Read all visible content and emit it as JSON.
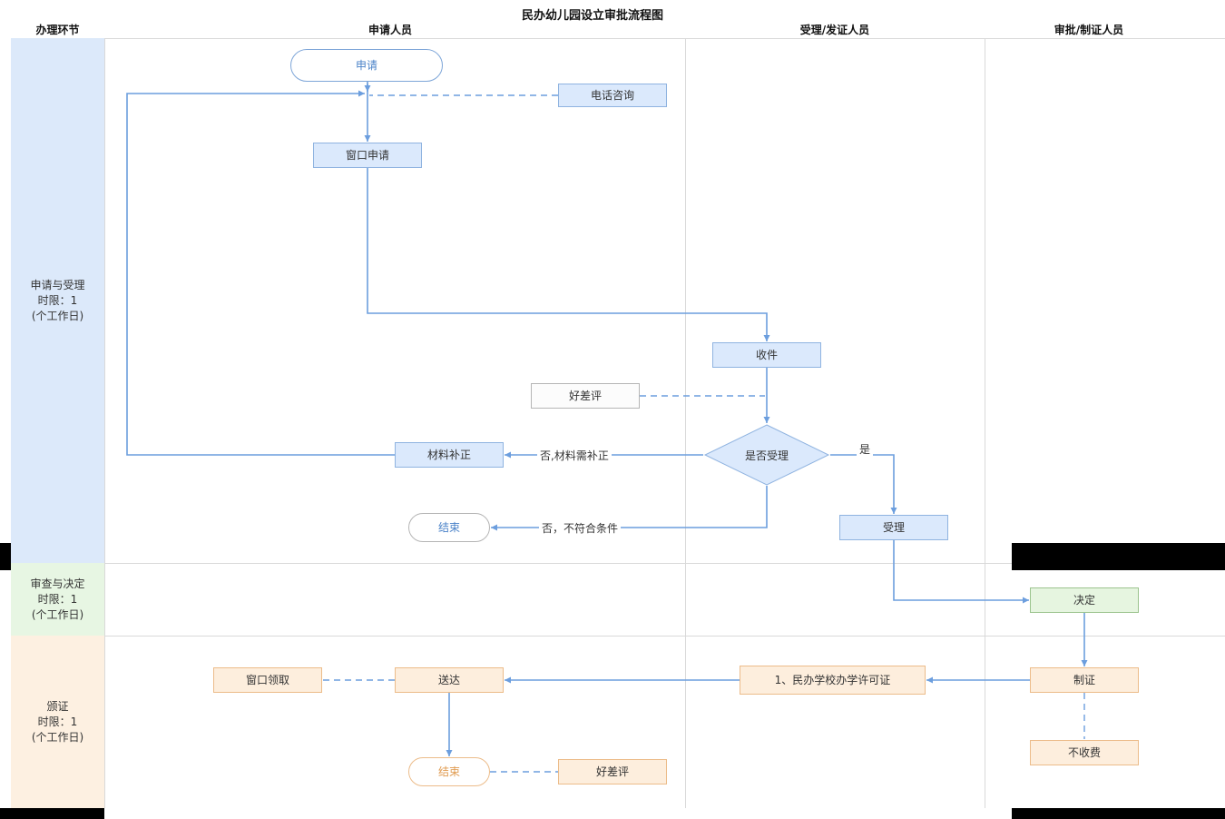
{
  "title": "民办幼儿园设立审批流程图",
  "columns": {
    "process": "办理环节",
    "applicant": "申请人员",
    "acceptor": "受理/发证人员",
    "approver": "审批/制证人员"
  },
  "phases": [
    {
      "lines": [
        "申请与受理",
        "时限：1",
        "(个工作日)"
      ],
      "color": "#dce9fa"
    },
    {
      "lines": [
        "审查与决定",
        "时限：1",
        "(个工作日)"
      ],
      "color": "#e7f6e3"
    },
    {
      "lines": [
        "颁证",
        "时限：1",
        "(个工作日)"
      ],
      "color": "#fdf0e1"
    }
  ],
  "nodes": {
    "apply": "申请",
    "phone_consult": "电话咨询",
    "window_apply": "窗口申请",
    "receive": "收件",
    "rating1": "好差评",
    "is_accept": "是否受理",
    "material_fix": "材料补正",
    "accept": "受理",
    "end1": "结束",
    "decision": "决定",
    "make_cert": "制证",
    "license": "1、民办学校办学许可证",
    "deliver": "送达",
    "window_pickup": "窗口领取",
    "no_charge": "不收费",
    "end2": "结束",
    "rating2": "好差评"
  },
  "edge_labels": {
    "no_fix": "否,材料需补正",
    "yes": "是",
    "no_reject": "否，不符合条件"
  },
  "colors": {
    "arrow": "#6c9ede",
    "blue_fill": "#dbe9fc",
    "blue_border": "#8fb3e0",
    "green_fill": "#e6f5e0",
    "green_border": "#9cc48e",
    "orange_fill": "#fdeedd",
    "orange_border": "#ecbc8a",
    "lane_blue": "#dce9fa",
    "lane_green": "#e7f6e3",
    "lane_orange": "#fdf0e1",
    "page_gap": "#000000"
  }
}
